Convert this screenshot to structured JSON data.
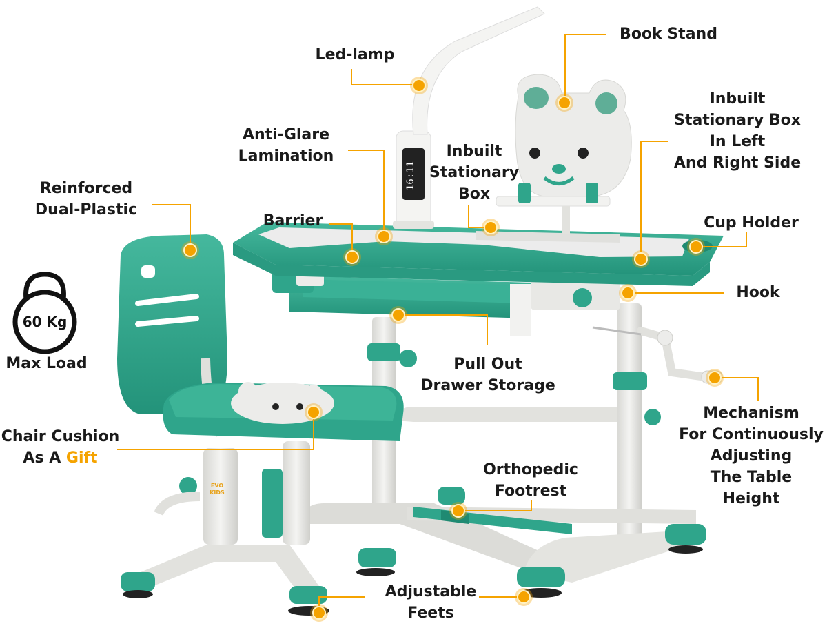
{
  "labels": {
    "led_lamp": "Led-lamp",
    "book_stand": "Book Stand",
    "anti_glare": [
      "Anti-Glare",
      "Lamination"
    ],
    "stationary_box": [
      "Inbuilt",
      "Stationary",
      "Box"
    ],
    "stationary_box_lr": [
      "Inbuilt",
      "Stationary Box",
      "In Left",
      "And Right Side"
    ],
    "reinforced": [
      "Reinforced",
      "Dual-Plastic"
    ],
    "barrier": "Barrier",
    "cup_holder": "Cup Holder",
    "hook": "Hook",
    "pull_out": [
      "Pull Out",
      "Drawer Storage"
    ],
    "mechanism": [
      "Mechanism",
      "For Continuously",
      "Adjusting",
      "The Table",
      "Height"
    ],
    "chair_cushion": [
      "Chair Cushion",
      "As A ",
      "Gift"
    ],
    "footrest": [
      "Orthopedic",
      "Footrest"
    ],
    "adjustable_feet": [
      "Adjustable",
      "Feets"
    ],
    "load_value": "60 Kg",
    "load_label": "Max Load"
  },
  "brand_badge": "EVO KIDS",
  "colors": {
    "accent": "#f5a300",
    "teal": "#2fa58b",
    "teal_dark": "#1f8a72",
    "frame": "#e6e6e3",
    "top": "#ececec",
    "text": "#1a1a1a"
  }
}
